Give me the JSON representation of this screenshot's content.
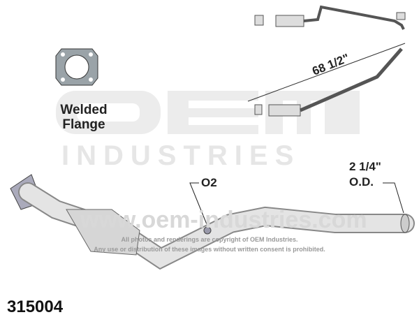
{
  "watermark": {
    "logo": "OEM",
    "industries": "INDUSTRIES",
    "url": "www.oem-industries.com",
    "copyright1": "All photos and renderings are copyright of OEM Industries.",
    "copyright2": "Any use or distribution of these images without written consent is prohibited."
  },
  "flange": {
    "line1": "Welded",
    "line2": "Flange"
  },
  "dimensions": {
    "length": "68 1/2\"",
    "diameter": "2 1/4\"",
    "od": "O.D.",
    "o2": "O2"
  },
  "part_number": "315004"
}
